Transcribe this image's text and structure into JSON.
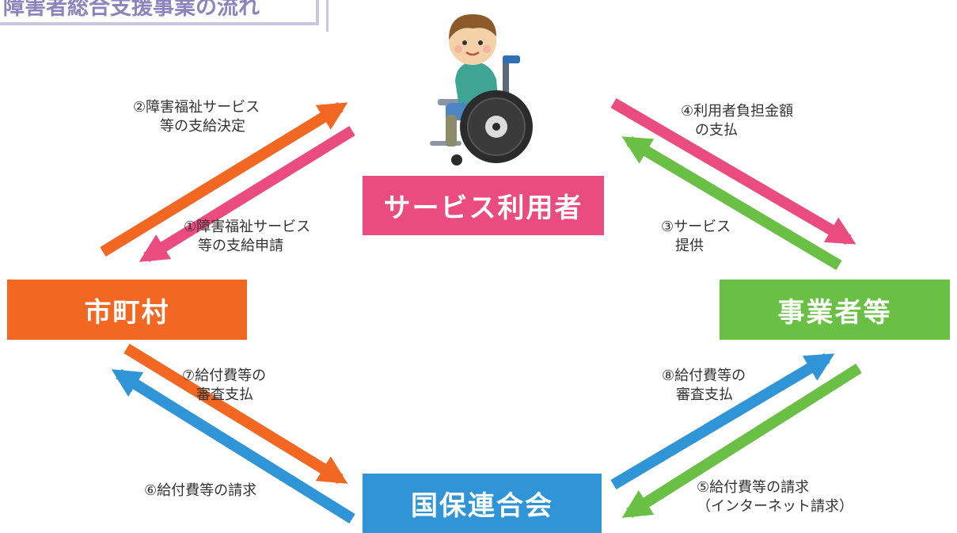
{
  "title": "障害者総合支援事業の流れ",
  "colors": {
    "user": "#ea4c7f",
    "city": "#f26722",
    "biz": "#6abf45",
    "kokuho": "#2f95d7",
    "title_text": "#8d84bd",
    "title_border": "#c9c5de"
  },
  "nodes": {
    "user": "サービス利用者",
    "city": "市町村",
    "biz": "事業者等",
    "kokuho": "国保連合会"
  },
  "labels": {
    "step1": [
      "①障害福祉サービス",
      "等の支給申請"
    ],
    "step2": [
      "②障害福祉サービス",
      "等の支給決定"
    ],
    "step3": [
      "③サービス",
      "提供"
    ],
    "step4": [
      "④利用者負担金額",
      "の支払"
    ],
    "step5": [
      "⑤給付費等の請求",
      "（インターネット請求）"
    ],
    "step6": [
      "⑥給付費等の請求"
    ],
    "step7": [
      "⑦給付費等の",
      "審査支払"
    ],
    "step8": [
      "⑧給付費等の",
      "審査支払"
    ]
  },
  "icons": {
    "person": "wheelchair-user-icon"
  }
}
